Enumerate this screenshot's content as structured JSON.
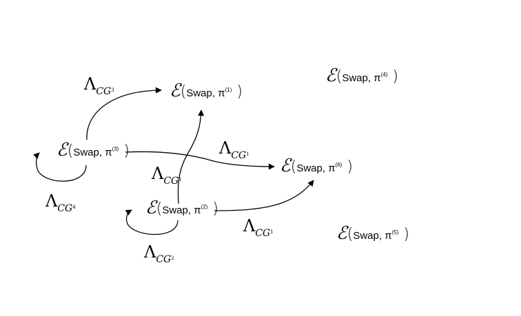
{
  "symbols": {
    "script_e": "ℰ",
    "lambda": "Λ",
    "lambda_sub": "CG"
  },
  "nodes": [
    {
      "id": "n1",
      "label": "Swap, π",
      "sup": "(1)"
    },
    {
      "id": "n2",
      "label": "Swap, π",
      "sup": "(2)"
    },
    {
      "id": "n3",
      "label": "Swap, π",
      "sup": "(3)"
    },
    {
      "id": "n4",
      "label": "Swap, π",
      "sup": "(4)"
    },
    {
      "id": "n5",
      "label": "Swap, π",
      "sup": "(5)"
    },
    {
      "id": "n6",
      "label": "Swap, π",
      "sup": "(6)"
    }
  ],
  "edges": [
    {
      "id": "e1",
      "from": "(3)",
      "to": "(1)",
      "label_index": "3"
    },
    {
      "id": "e2",
      "from": "(3)",
      "to": "(6)",
      "label_index": "1"
    },
    {
      "id": "e3",
      "from": "(3)",
      "to": "(3)",
      "label_index": "4"
    },
    {
      "id": "e4",
      "from": "(2)",
      "to": "(1)",
      "label_index": "1"
    },
    {
      "id": "e5",
      "from": "(2)",
      "to": "(6)",
      "label_index": "1"
    },
    {
      "id": "e6",
      "from": "(2)",
      "to": "(2)",
      "label_index": "2"
    }
  ],
  "colors": {
    "ink": "#000000",
    "background": "#ffffff"
  }
}
